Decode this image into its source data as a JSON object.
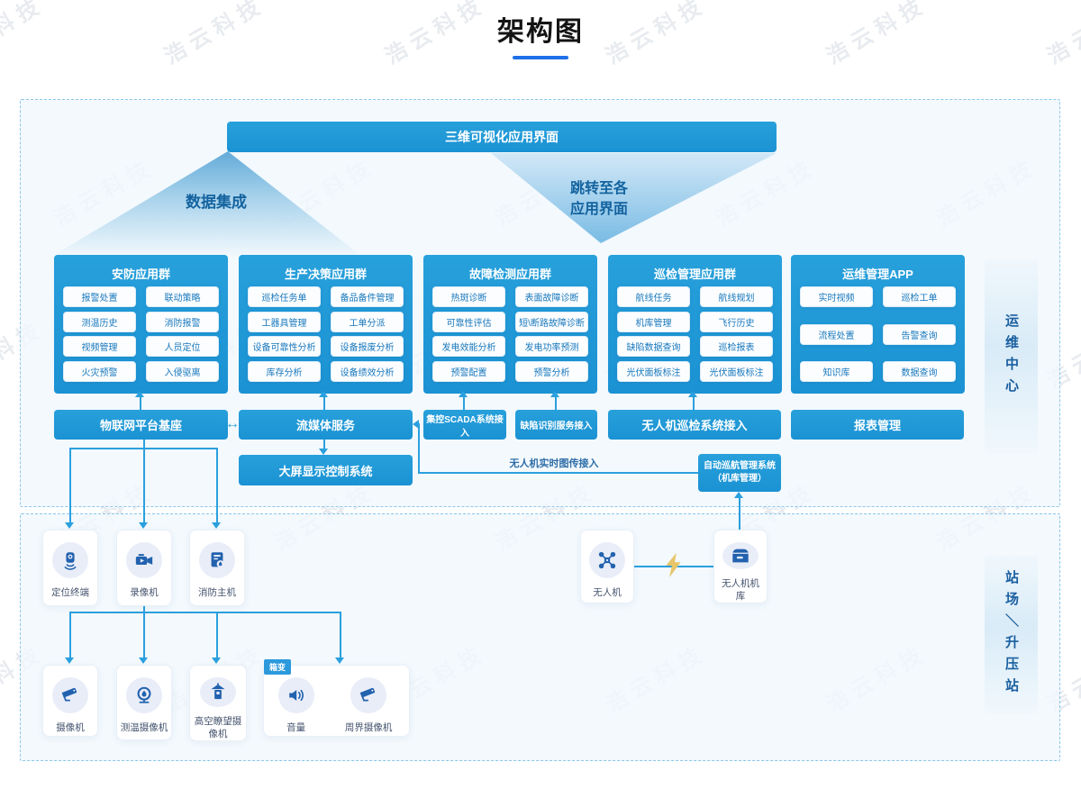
{
  "title": "架构图",
  "watermark": "浩云科技",
  "top_bar": "三维可视化应用界面",
  "funnels": {
    "left_label": "数据集成",
    "right_label_line1": "跳转至各",
    "right_label_line2": "应用界面"
  },
  "app_groups": [
    {
      "title": "安防应用群",
      "buttons": [
        "报警处置",
        "联动策略",
        "测温历史",
        "消防报警",
        "视频管理",
        "人员定位",
        "火灾预警",
        "入侵驱离"
      ]
    },
    {
      "title": "生产决策应用群",
      "buttons": [
        "巡检任务单",
        "备品备件管理",
        "工器具管理",
        "工单分派",
        "设备可靠性分析",
        "设备报废分析",
        "库存分析",
        "设备绩效分析"
      ]
    },
    {
      "title": "故障检测应用群",
      "buttons": [
        "热斑诊断",
        "表面故障诊断",
        "可靠性评估",
        "短\\断路故障诊断",
        "发电效能分析",
        "发电功率预测",
        "预警配置",
        "预警分析"
      ]
    },
    {
      "title": "巡检管理应用群",
      "buttons": [
        "航线任务",
        "航线规划",
        "机库管理",
        "飞行历史",
        "缺陷数据查询",
        "巡检报表",
        "光伏面板标注",
        "光伏面板标注"
      ]
    },
    {
      "title": "运维管理APP",
      "buttons": [
        "实时视频",
        "巡检工单",
        "流程处置",
        "告警查询",
        "知识库",
        "数据查询"
      ]
    }
  ],
  "middleware": {
    "iot": "物联网平台基座",
    "streaming": "流媒体服务",
    "scada": "集控SCADA系统接入",
    "defect": "缺陷识别服务接入",
    "drone_access": "无人机巡检系统接入",
    "report": "报表管理",
    "big_screen": "大屏显示控制系统",
    "auto_cruise_line1": "自动巡航管理系统",
    "auto_cruise_line2": "（机库管理）",
    "drone_video_link": "无人机实时图传接入",
    "bidirectional_arrow": "↔"
  },
  "zones": {
    "ops_center": "运维中心",
    "station": "站场＼升压站"
  },
  "station_devices_row1": [
    {
      "label": "定位终端",
      "icon": "body-camera"
    },
    {
      "label": "录像机",
      "icon": "camcorder"
    },
    {
      "label": "消防主机",
      "icon": "fire-panel"
    }
  ],
  "drone_devices": [
    {
      "label": "无人机",
      "icon": "drone"
    },
    {
      "label": "无人机机库",
      "icon": "hangar"
    }
  ],
  "station_devices_row2": [
    {
      "label": "摄像机",
      "icon": "cctv-camera"
    },
    {
      "label": "测温摄像机",
      "icon": "thermal-camera"
    },
    {
      "label": "高空瞭望摄像机",
      "icon": "watch-tower"
    }
  ],
  "box_transformer": {
    "badge": "箱变",
    "devices": [
      {
        "label": "音量",
        "icon": "speaker"
      },
      {
        "label": "周界摄像机",
        "icon": "cctv-camera"
      }
    ]
  }
}
